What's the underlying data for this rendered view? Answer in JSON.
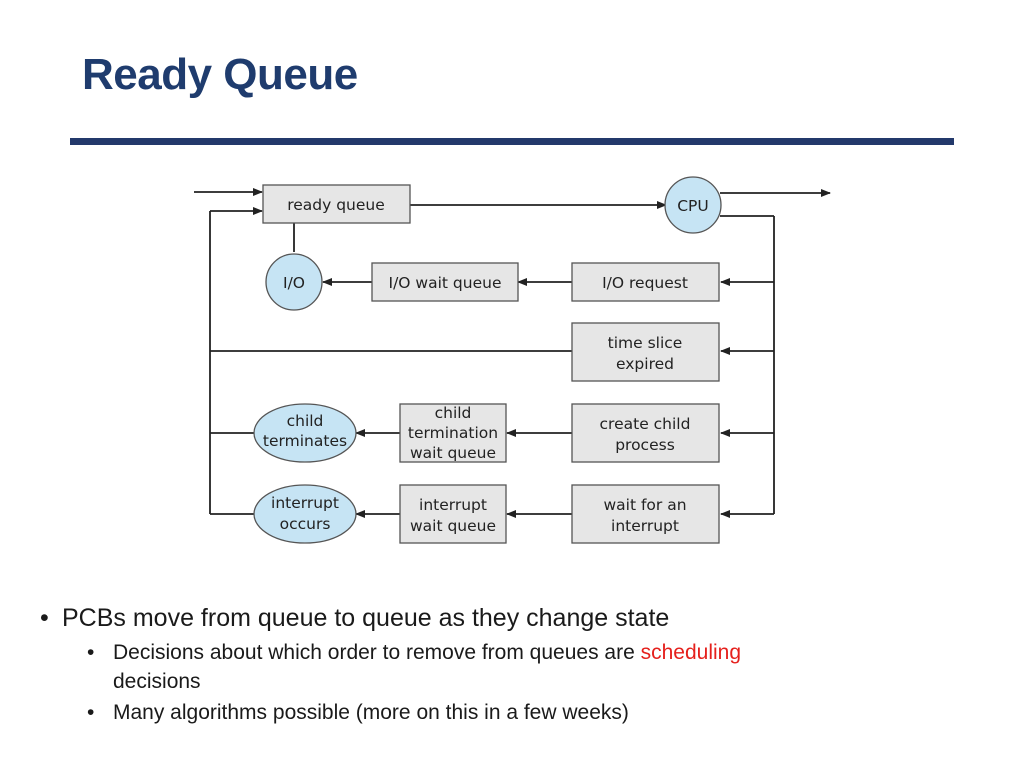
{
  "slide": {
    "title": "Ready Queue"
  },
  "diagram": {
    "ready_queue": "ready queue",
    "cpu": "CPU",
    "io": "I/O",
    "io_wait_queue": "I/O wait queue",
    "io_request": "I/O request",
    "time_slice": [
      "time slice",
      "expired"
    ],
    "child_terminates": [
      "child",
      "terminates"
    ],
    "child_termination_wait_queue": [
      "child",
      "termination",
      "wait queue"
    ],
    "create_child_process": [
      "create child",
      "process"
    ],
    "interrupt_occurs": [
      "interrupt",
      "occurs"
    ],
    "interrupt_wait_queue": [
      "interrupt",
      "wait queue"
    ],
    "wait_for_interrupt": [
      "wait for an",
      "interrupt"
    ]
  },
  "bullets": {
    "main": "PCBs move from queue to queue as they change state",
    "sub1_pre": "Decisions about which order to remove from queues are ",
    "sub1_highlight": "scheduling",
    "sub1_post": "decisions",
    "sub2": "Many algorithms possible (more on this in a few weeks)"
  },
  "colors": {
    "title": "#1f3c6e",
    "rule": "#23396b",
    "highlight": "#e5201c",
    "box_fill": "#e6e6e6",
    "circle_fill": "#c6e4f4"
  }
}
